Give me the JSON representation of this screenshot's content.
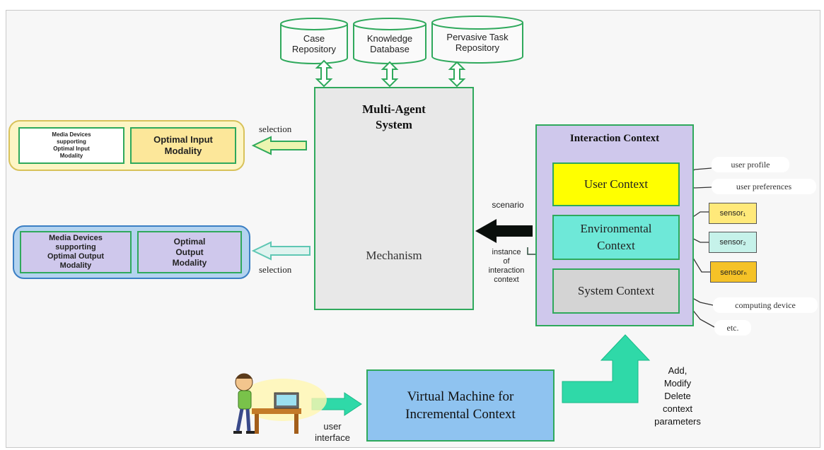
{
  "repositories": {
    "case": "Case\nRepository",
    "knowledge": "Knowledge\nDatabase",
    "pervasive": "Pervasive Task\nRepository"
  },
  "mas": {
    "title": "Multi-Agent\nSystem",
    "mechanism": "Mechanism"
  },
  "input_group": {
    "devices": "Media Devices\nsupporting\nOptimal Input\nModality",
    "modality": "Optimal Input\nModality",
    "selection": "selection"
  },
  "output_group": {
    "devices": "Media Devices\nsupporting\nOptimal Output\nModality",
    "modality": "Optimal\nOutput\nModality",
    "selection": "selection"
  },
  "scenario_label": "scenario",
  "instance_label": "instance\nof\ninteraction\ncontext",
  "interaction_context": {
    "title": "Interaction Context",
    "user_context": "User Context",
    "environmental_context": "Environmental\nContext",
    "system_context": "System Context"
  },
  "user_details": [
    "user profile",
    "user preferences"
  ],
  "sensors": [
    "sensor₁",
    "sensor₂",
    "sensorₙ"
  ],
  "system_details": [
    "computing device",
    "etc."
  ],
  "vm": {
    "label": "Virtual Machine for\nIncremental Context",
    "user_interface": "user\ninterface",
    "actions": "Add,\nModify\nDelete\ncontext\nparameters"
  },
  "colors": {
    "green_border": "#2fa95c",
    "user_context_fill": "#ffff00",
    "env_context_fill": "#6ee8d8",
    "system_context_fill": "#d4d4d4",
    "interaction_bg": "#cfc8ec",
    "input_group_bg": "#fdf5c4",
    "output_group_bg": "#b3d3ef",
    "vm_fill": "#8fc3f0",
    "arrow_teal": "#2fd9a8",
    "sensor_yellow": "#ffe97a",
    "sensor_orange": "#f5c227",
    "sensor_teal": "#c6f2ea"
  }
}
